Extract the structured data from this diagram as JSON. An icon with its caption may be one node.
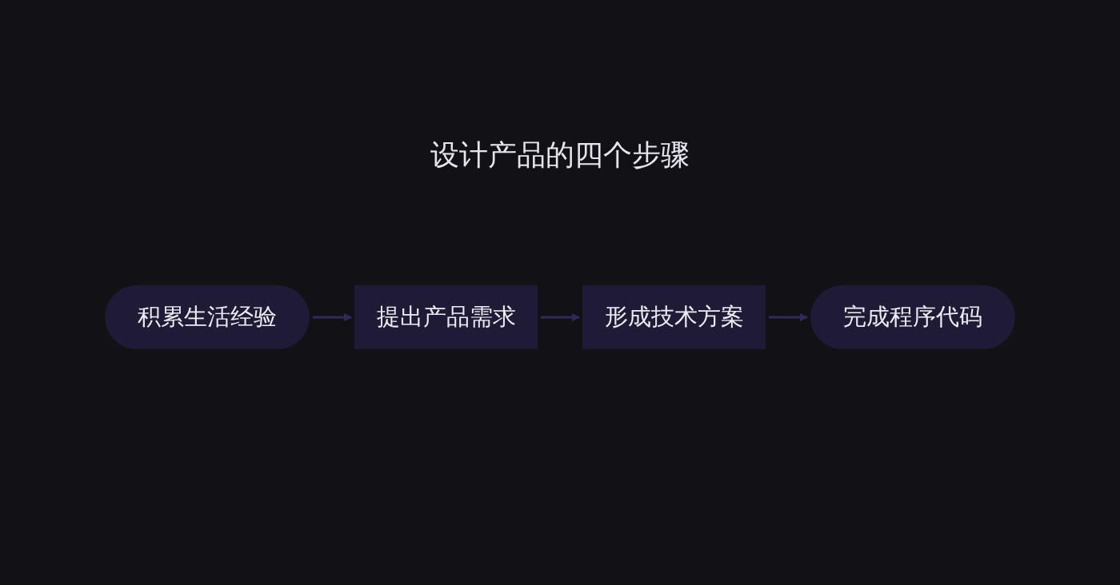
{
  "diagram": {
    "title": "设计产品的四个步骤",
    "nodes": [
      {
        "text": [
          "积累生活经验"
        ]
      },
      {
        "text": [
          "提出产品需求"
        ]
      },
      {
        "text": [
          "形成技术方案"
        ]
      },
      {
        "text": [
          "完成程序代码"
        ]
      }
    ],
    "edges": [
      {
        "from": 0,
        "to": 1,
        "arrow": "to"
      },
      {
        "from": 1,
        "to": 2,
        "arrow": "to"
      },
      {
        "from": 2,
        "to": 3,
        "arrow": "to"
      }
    ]
  }
}
